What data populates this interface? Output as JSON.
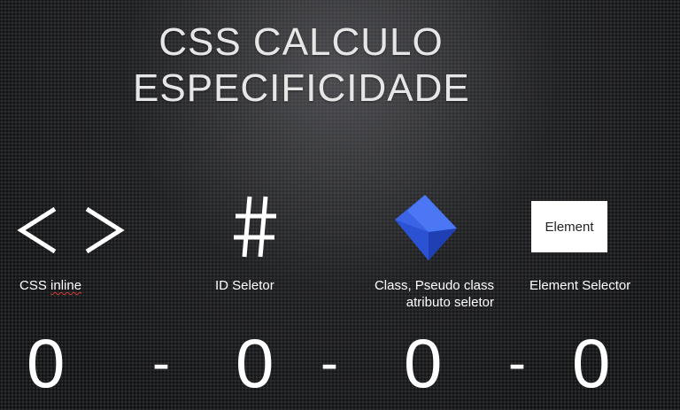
{
  "title": {
    "line1": "CSS CALCULO",
    "line2": "ESPECIFICIDADE"
  },
  "icons": {
    "inline": "angle-brackets-icon",
    "id": "hash-icon",
    "class": "cube-icon",
    "element_box_text": "Element"
  },
  "labels": {
    "inline_prefix": "CSS ",
    "inline_word": "inline",
    "id": "ID Seletor",
    "class_line1": "Class, Pseudo class",
    "class_line2": "atributo seletor",
    "element": "Element Selector"
  },
  "score": {
    "d1": "0",
    "d2": "0",
    "d3": "0",
    "d4": "0",
    "separator": "-"
  },
  "colors": {
    "cube_light": "#3f6ff0",
    "cube_dark": "#1f3fb5",
    "spell_underline": "#d23a3a"
  }
}
